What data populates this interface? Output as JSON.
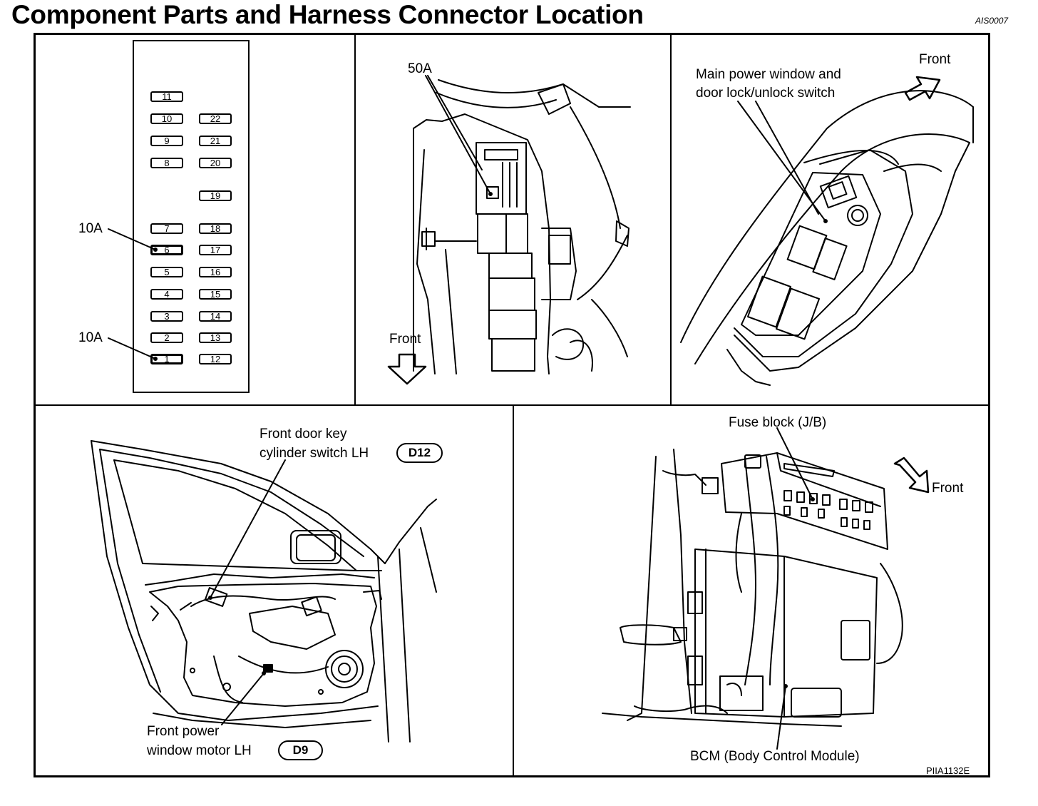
{
  "header": {
    "title": "Component Parts and Harness Connector Location",
    "ref_code": "AIS0007"
  },
  "fuse_panel": {
    "fuses_left": [
      "11",
      "10",
      "9",
      "8",
      "7",
      "6",
      "5",
      "4",
      "3",
      "2",
      "1"
    ],
    "fuses_right": [
      "22",
      "21",
      "20",
      "19",
      "18",
      "17",
      "16",
      "15",
      "14",
      "13",
      "12"
    ],
    "callout_upper": "10A",
    "callout_lower": "10A"
  },
  "fusible_link_panel": {
    "callout": "50A",
    "direction": "Front"
  },
  "switch_panel": {
    "label_line1": "Main power window and",
    "label_line2": "door lock/unlock switch",
    "direction": "Front"
  },
  "door_panel": {
    "key_switch_line1": "Front door key",
    "key_switch_line2": "cylinder switch LH",
    "key_switch_connector": "D12",
    "motor_line1": "Front power",
    "motor_line2": "window motor LH",
    "motor_connector": "D9"
  },
  "bcm_panel": {
    "fuse_block_label": "Fuse block (J/B)",
    "direction": "Front",
    "bcm_label": "BCM (Body Control Module)",
    "figure_code": "PIIA1132E"
  }
}
